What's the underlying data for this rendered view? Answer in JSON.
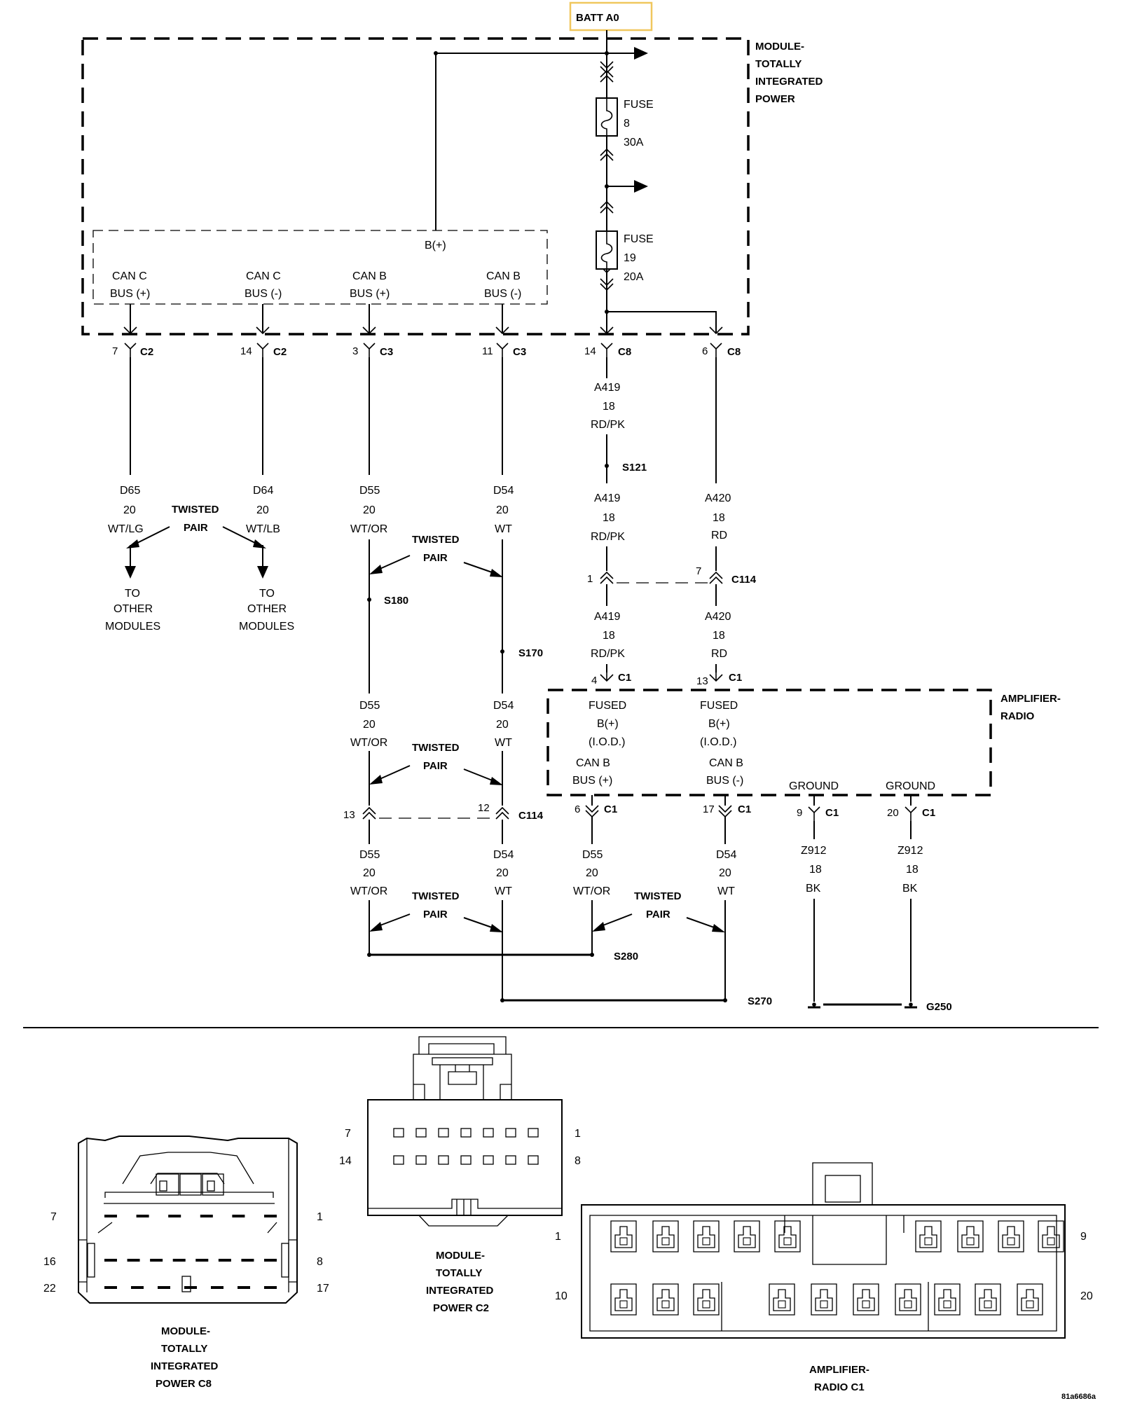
{
  "diagram_id": "81a6686a",
  "batt_label": "BATT A0",
  "tipm": {
    "title": [
      "MODULE-",
      "TOTALLY",
      "INTEGRATED",
      "POWER"
    ],
    "fuse8": [
      "FUSE",
      "8",
      "30A"
    ],
    "fuse19": [
      "FUSE",
      "19",
      "20A"
    ],
    "bplus": "B(+)",
    "pins": [
      {
        "l1": "CAN C",
        "l2": "BUS (+)"
      },
      {
        "l1": "CAN C",
        "l2": "BUS (-)"
      },
      {
        "l1": "CAN B",
        "l2": "BUS (+)"
      },
      {
        "l1": "CAN B",
        "l2": "BUS (-)"
      }
    ]
  },
  "connectors": {
    "c2a": {
      "pin": "7",
      "name": "C2"
    },
    "c2b": {
      "pin": "14",
      "name": "C2"
    },
    "c3a": {
      "pin": "3",
      "name": "C3"
    },
    "c3b": {
      "pin": "11",
      "name": "C3"
    },
    "c8a": {
      "pin": "14",
      "name": "C8"
    },
    "c8b": {
      "pin": "6",
      "name": "C8"
    },
    "c114a": {
      "pin": "1"
    },
    "c114b": {
      "pin": "7",
      "name": "C114"
    },
    "c114c": {
      "pin": "13"
    },
    "c114d": {
      "pin": "12",
      "name": "C114"
    },
    "c1a": {
      "pin": "4",
      "name": "C1"
    },
    "c1b": {
      "pin": "13",
      "name": "C1"
    },
    "c1c": {
      "pin": "6",
      "name": "C1"
    },
    "c1d": {
      "pin": "17",
      "name": "C1"
    },
    "c1e": {
      "pin": "9",
      "name": "C1"
    },
    "c1f": {
      "pin": "20",
      "name": "C1"
    }
  },
  "wires": {
    "d65": [
      "D65",
      "20",
      "WT/LG"
    ],
    "d64": [
      "D64",
      "20",
      "WT/LB"
    ],
    "d55a": [
      "D55",
      "20",
      "WT/OR"
    ],
    "d54a": [
      "D54",
      "20",
      "WT"
    ],
    "a419a": [
      "A419",
      "18",
      "RD/PK"
    ],
    "a419b": [
      "A419",
      "18",
      "RD/PK"
    ],
    "a420a": [
      "A420",
      "18",
      "RD"
    ],
    "a419c": [
      "A419",
      "18",
      "RD/PK"
    ],
    "a420b": [
      "A420",
      "18",
      "RD"
    ],
    "d55b": [
      "D55",
      "20",
      "WT/OR"
    ],
    "d54b": [
      "D54",
      "20",
      "WT"
    ],
    "d55c": [
      "D55",
      "20",
      "WT/OR"
    ],
    "d54c": [
      "D54",
      "20",
      "WT"
    ],
    "d55d": [
      "D55",
      "20",
      "WT/OR"
    ],
    "d54d": [
      "D54",
      "20",
      "WT"
    ],
    "z912a": [
      "Z912",
      "18",
      "BK"
    ],
    "z912b": [
      "Z912",
      "18",
      "BK"
    ]
  },
  "twisted_pair": [
    "TWISTED",
    "PAIR"
  ],
  "to_other_modules": [
    "TO",
    "OTHER",
    "MODULES"
  ],
  "splices": {
    "s121": "S121",
    "s180": "S180",
    "s170": "S170",
    "s280": "S280",
    "s270": "S270",
    "g250": "G250"
  },
  "amp": {
    "title": [
      "AMPLIFIER-",
      "RADIO"
    ],
    "fused1": [
      "FUSED",
      "B(+)",
      "(I.O.D.)"
    ],
    "fused2": [
      "FUSED",
      "B(+)",
      "(I.O.D.)"
    ],
    "canp": [
      "CAN B",
      "BUS (+)"
    ],
    "cann": [
      "CAN B",
      "BUS (-)"
    ],
    "gnd1": "GROUND",
    "gnd2": "GROUND"
  },
  "views": {
    "c8": {
      "title": [
        "MODULE-",
        "TOTALLY",
        "INTEGRATED",
        "POWER C8"
      ],
      "pins": {
        "tl": "7",
        "tr": "1",
        "ml": "16",
        "mr": "8",
        "bl": "22",
        "br": "17"
      }
    },
    "c2": {
      "title": [
        "MODULE-",
        "TOTALLY",
        "INTEGRATED",
        "POWER C2"
      ],
      "pins": {
        "tl": "7",
        "tr": "1",
        "bl": "14",
        "br": "8"
      }
    },
    "c1": {
      "title": [
        "AMPLIFIER-",
        "RADIO C1"
      ],
      "pins": {
        "tl": "1",
        "tr": "9",
        "bl": "10",
        "br": "20"
      }
    }
  }
}
